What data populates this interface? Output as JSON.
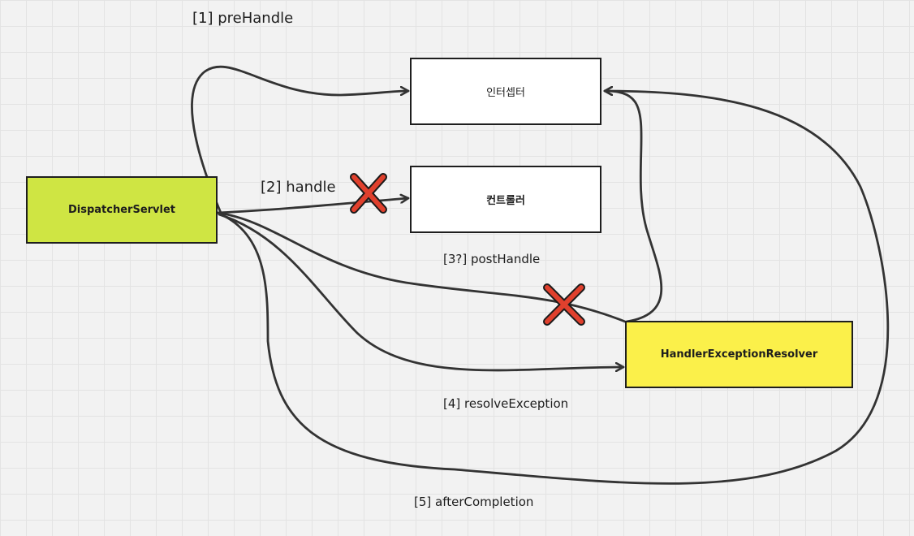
{
  "nodes": {
    "dispatcher": {
      "label": "DispatcherServlet",
      "color": "#cfe543"
    },
    "interceptor": {
      "label": "인터셉터",
      "color": "#ffffff"
    },
    "controller": {
      "label": "컨트롤러",
      "color": "#ffffff"
    },
    "resolver": {
      "label": "HandlerExceptionResolver",
      "color": "#fbf04a"
    }
  },
  "edges": {
    "prehandle": "[1] preHandle",
    "handle": "[2] handle",
    "posthandle": "[3?] postHandle",
    "resolve_exception": "[4] resolveException",
    "after_completion": "[5] afterCompletion"
  },
  "markers": {
    "blocked_color": "#e0402d",
    "blocked_icon": "x-mark-icon"
  },
  "colors": {
    "stroke": "#333333",
    "node_border": "#1e1e1e"
  }
}
